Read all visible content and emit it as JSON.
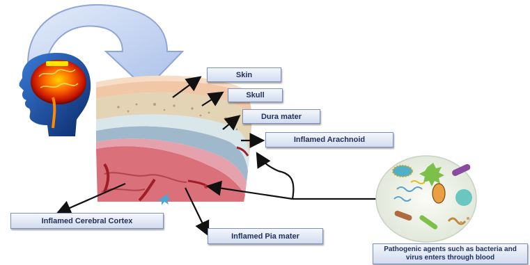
{
  "labels": {
    "skin": "Skin",
    "skull": "Skull",
    "dura": "Dura mater",
    "arachnoid": "Inflamed Arachnoid",
    "cortex": "Inflamed Cerebral  Cortex",
    "pia": "Inflamed Pia mater",
    "pathogens": "Pathogenic agents such as bacteria and virus enters through blood"
  },
  "colors": {
    "label_text": "#1f2f5c",
    "label_border": "#7b8fc0",
    "arrow_fill": "#bcd0f2",
    "arrow_stroke": "#8ea6d6",
    "skin": "#f0c8a8",
    "skull": "#e2d4b4",
    "dura": "#d9e6ea",
    "arachnoid": "#9fb8cc",
    "cortex": "#d9707a",
    "pathogen_ellipse": "#eef2e6"
  },
  "icons": [
    "brain-head-icon",
    "bacteria-icon",
    "virus-icon"
  ]
}
